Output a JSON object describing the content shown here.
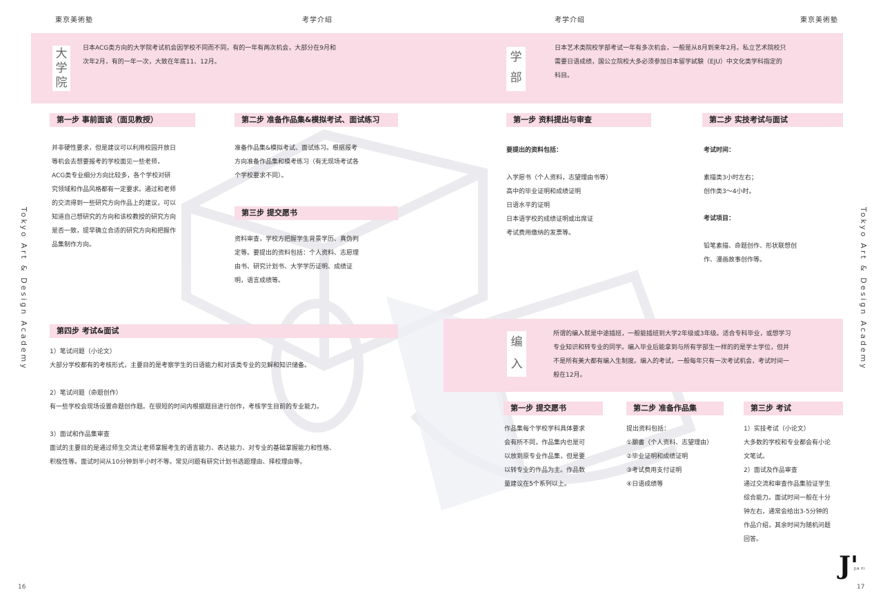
{
  "header": {
    "left_brand": "東京美術塾",
    "left_title": "考学介绍",
    "right_title": "考学介绍",
    "right_brand": "東京美術塾"
  },
  "side_text": "Tokyo Art & Design Academy",
  "page_numbers": {
    "left": "16",
    "right": "17"
  },
  "logo": {
    "mark": "J'",
    "sub": "JIA YI"
  },
  "graduate": {
    "tag": "大学院",
    "intro": "日本ACG类方向的大学院考试机会因学校不同而不同，有的一年有两次机会，大部分在9月和\n次年2月，有的一年一次，大致在年底11、12月。",
    "step1": {
      "title": "第一步 事前面谈（面见教授）",
      "body": "并非硬性要求，但是建议可以利用校园开放日\n等机会去想要报考的学校面见一些老师，\nACG类专业细分方向比较多，各个学校对研\n究领域和作品风格都有一定要求。通过和老师\n的交流得到一些研究方向作品上的建议，可以\n知道自己想研究的方向和该校教授的研究方向\n是否一致，提早确立合适的研究方向和把握作\n品集制作方向。"
    },
    "step2": {
      "title": "第二步 准备作品集&模拟考试、面试练习",
      "body": "准备作品集&模拟考试、面试练习。根据报考\n方向准备作品集和模考练习（有无现场考试各\n个学校要求不同）。"
    },
    "step3": {
      "title": "第三步 提交愿书",
      "body": "资料审查，学校方把握学生背景学历、真伪判\n定等。要提出的资料包括：个人资料、志愿理\n由书、研究计划书、大学学历证明、成绩证\n明，语言成绩等。"
    },
    "step4": {
      "title": "第四步 考试&面试",
      "q1_title": "1）笔试问题（小论文）",
      "q1_body": "大部分学校都有的考核形式，主要目的是考察学生的日语能力和对该类专业的见解和知识储备。",
      "q2_title": "2）笔试问题（命题创作）",
      "q2_body": "有一些学校会现场设置命题创作题。在很短的时间内根据题目进行创作，考核学生目前的专业能力。",
      "q3_title": "3）面试和作品集审查",
      "q3_body": "面试的主要目的是通过师生交流让老师掌握考生的语言能力、表达能力、对专业的基础掌握能力和性格、\n积极性等。面试时间从10分钟到半小时不等。常见问题有研究计划书选题理由、择校理由等。"
    }
  },
  "undergrad": {
    "tag_top": "学",
    "tag_bottom": "部",
    "intro": "日本艺术类院校学部考试一年有多次机会，一般是从8月到来年2月。私立艺术院校只\n需要日语成绩，国公立院校大多必须参加日本留学試験（EJU）中文化类学科指定的\n科目。",
    "step1": {
      "title": "第一步 资料提出与审查",
      "subtitle": "要提出的资料包括：",
      "items": [
        "入学愿书（个人资料，志望理由书等）",
        "高中的毕业证明和成绩证明",
        "日语水平的证明",
        "日本语学校的成绩证明或出席证",
        "考试费用缴纳的发票等。"
      ]
    },
    "step2": {
      "title": "第二步 实技考试与面试",
      "time_label": "考试时间：",
      "time_body": "素描类3小时左右；\n创作类3～4小时。",
      "items_label": "考试项目：",
      "items_body": "铅笔素描、命题创作、形状联想创\n作、漫画故事创作等。"
    }
  },
  "transfer": {
    "tag_top": "编",
    "tag_bottom": "入",
    "intro": "所谓的编入就是中途插班，一般能插班到大学2年级或3年级。适合专科毕业，或想学习\n专业知识和转专业的同学。编入毕业后能拿到与所有学部生一样的的是学士学位，但并\n不是所有美大都有编入生制度。编入的考试，一般每年只有一次考试机会，考试时间一\n般在12月。",
    "step1": {
      "title": "第一步 提交愿书",
      "body": "作品集每个学校学科具体要求\n会有所不同，作品集内也是可\n以放到原专业作品集，但是要\n以转专业的作品为主。作品数\n量建议在5个系列以上。"
    },
    "step2": {
      "title": "第二步 准备作品集",
      "body": "提出资料包括：\n①願書（个人资料、志望理由）\n②毕业证明和成绩证明\n③考试费用支付证明\n④日语成绩等"
    },
    "step3": {
      "title": "第三步 考试",
      "body": "1）实技考试（小论文）\n大多数的学校和专业都会有小论\n文笔试。\n2）面试及作品审查\n通过交流和审查作品集验证学生\n综合能力。面试时间一般在十分\n钟左右，通常会给出3-5分钟的\n作品介绍，其余时间为随机问题\n回答。"
    }
  }
}
